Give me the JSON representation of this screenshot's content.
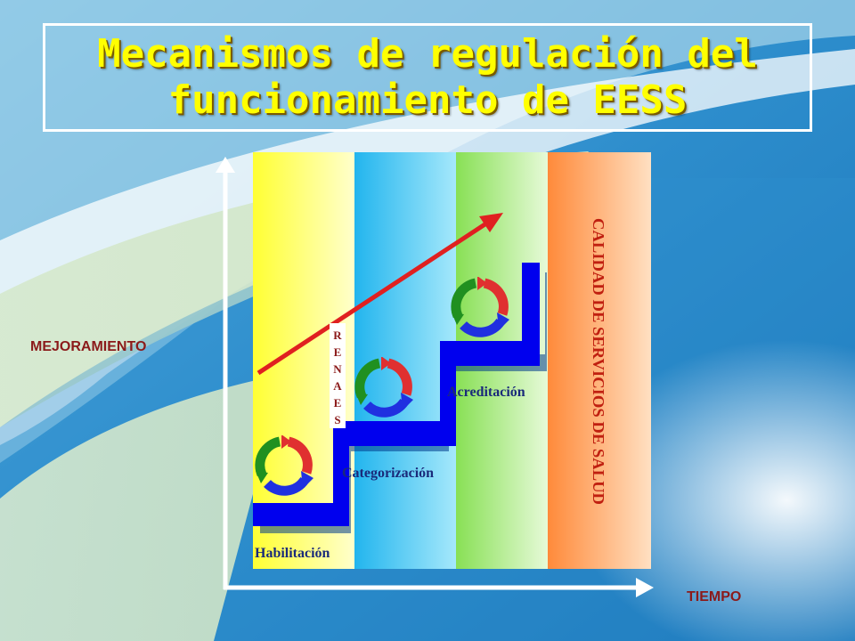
{
  "slide": {
    "title_line1": "Mecanismos de regulación del",
    "title_line2": "funcionamiento de EESS",
    "y_axis_label": "MEJORAMIENTO",
    "x_axis_label": "TIEMPO"
  },
  "diagram": {
    "stages": [
      {
        "label": "Habilitación",
        "color": "#ffff33"
      },
      {
        "label": "Categorización",
        "color": "#22b5ee"
      },
      {
        "label": "Acreditación",
        "color": "#77dd55"
      },
      {
        "label": "CALIDAD DE SERVICIOS DE SALUD",
        "color": "#ff9944"
      }
    ],
    "renaes_letters": [
      "R",
      "E",
      "N",
      "A",
      "E",
      "S"
    ],
    "colors": {
      "stairs": "#0000ee",
      "trend_arrow": "#e02020",
      "cycle_green": "#209020",
      "cycle_red": "#e03030",
      "cycle_blue": "#2030e0",
      "label_text": "#1a2a7a",
      "quality_text": "#c02010",
      "title": "#ffff00",
      "axis_label": "#8b1a1a"
    },
    "icons": [
      "improvement-cycle-icon",
      "trend-arrow-icon"
    ]
  }
}
